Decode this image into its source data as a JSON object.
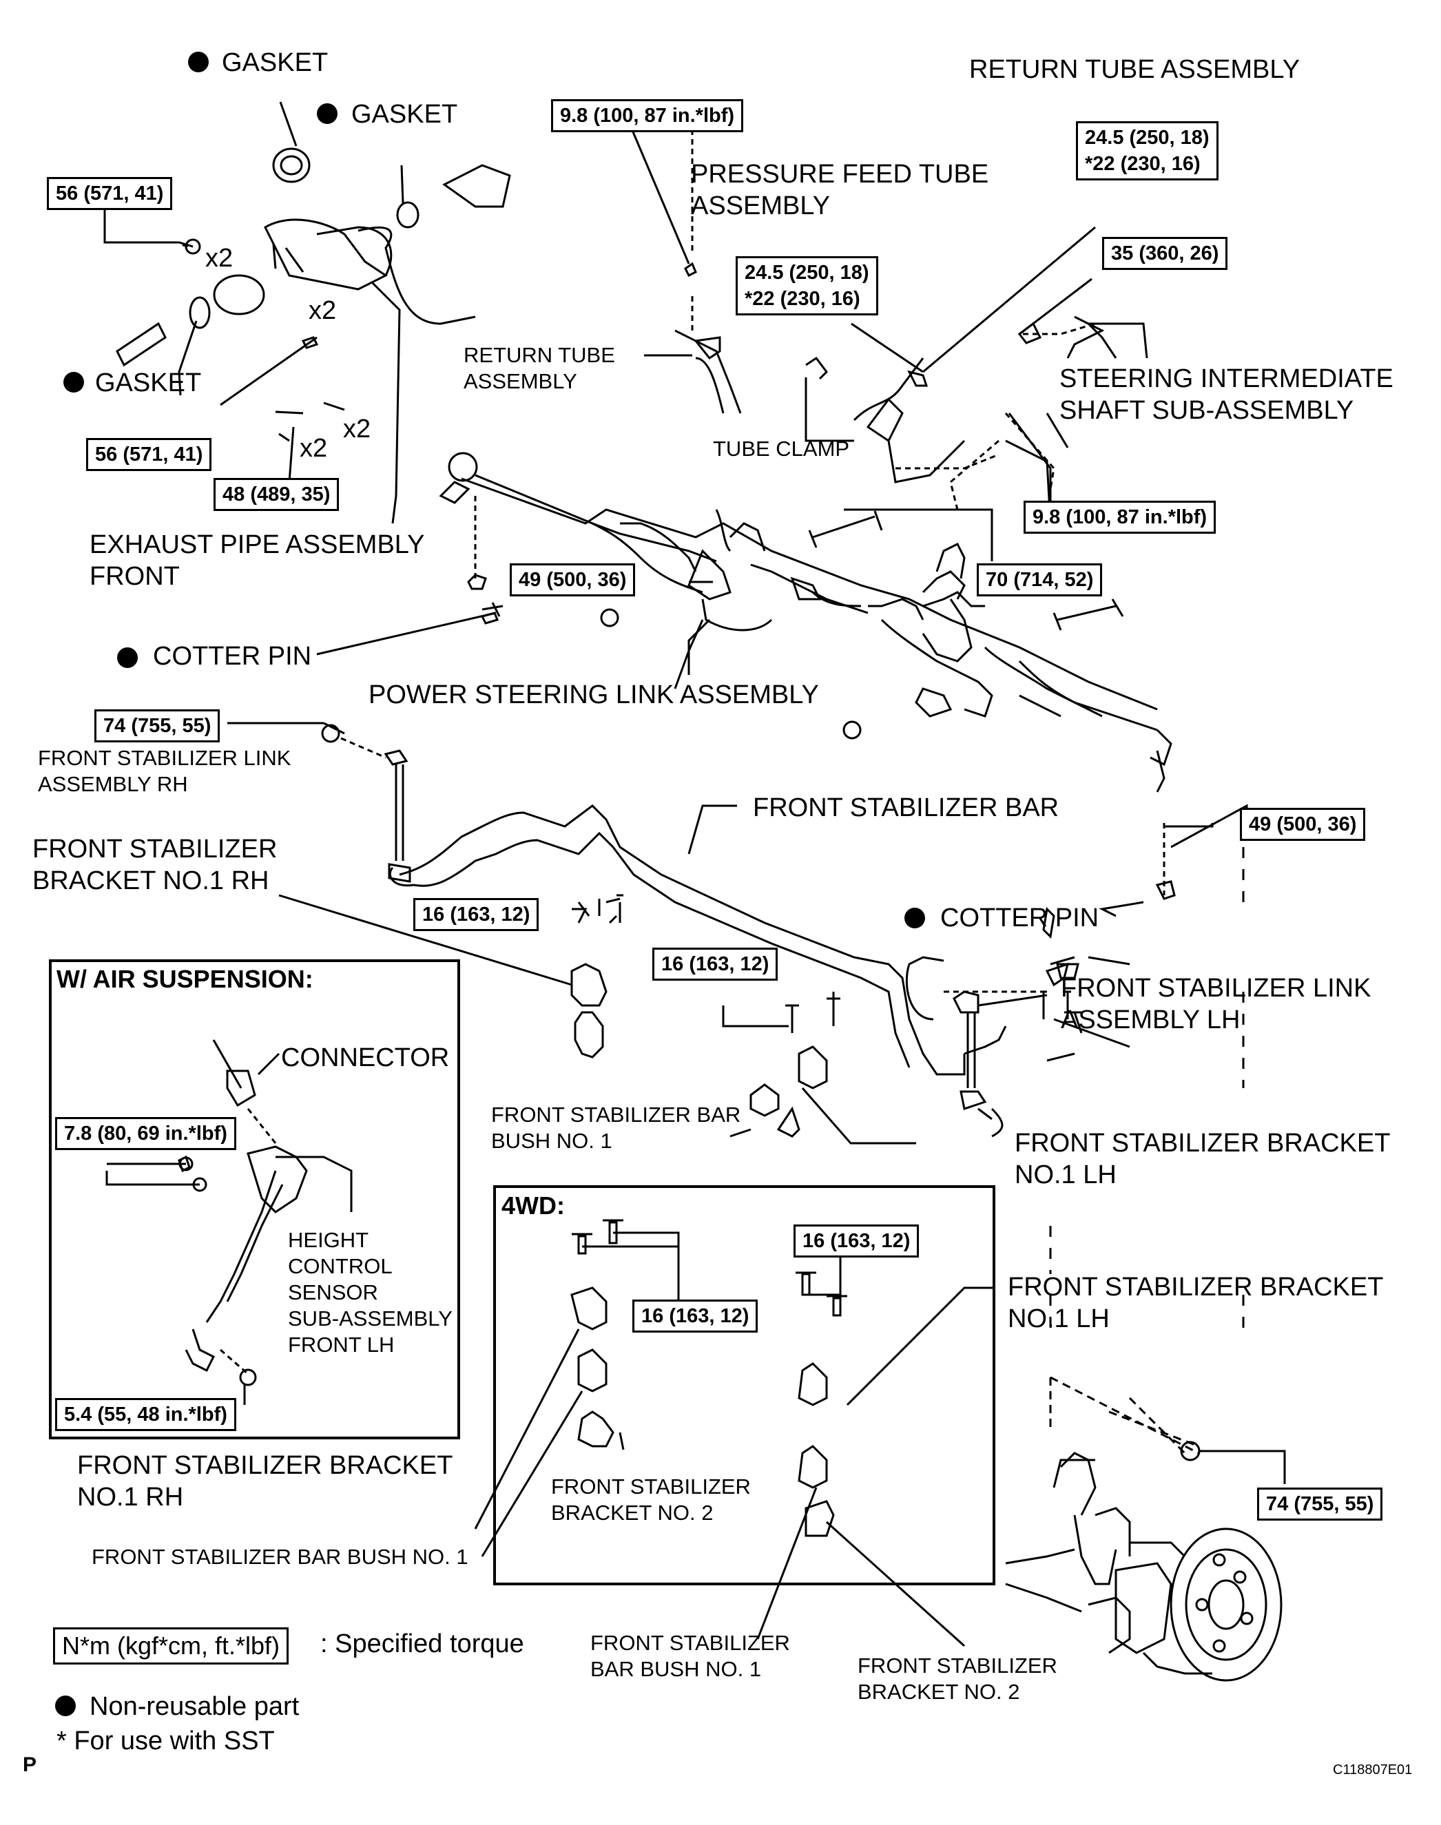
{
  "labels": {
    "gasket_1": "GASKET",
    "gasket_2": "GASKET",
    "gasket_3": "GASKET",
    "return_tube_assembly_top": "RETURN TUBE ASSEMBLY",
    "pressure_feed_tube": "PRESSURE FEED TUBE\nASSEMBLY",
    "return_tube_assembly_mid": "RETURN TUBE\nASSEMBLY",
    "tube_clamp": "TUBE CLAMP",
    "steering_intermediate_shaft": "STEERING INTERMEDIATE\nSHAFT SUB-ASSEMBLY",
    "exhaust_pipe": "EXHAUST PIPE ASSEMBLY\nFRONT",
    "cotter_pin_left": "COTTER PIN",
    "cotter_pin_right": "COTTER PIN",
    "power_steering_link": "POWER STEERING LINK ASSEMBLY",
    "front_stab_link_rh": "FRONT STABILIZER LINK\nASSEMBLY RH",
    "front_stabilizer_bar": "FRONT STABILIZER BAR",
    "front_stab_bracket_rh_top": "FRONT STABILIZER\nBRACKET NO.1 RH",
    "front_stab_link_lh": "FRONT STABILIZER LINK\nASSEMBLY LH",
    "front_stab_bar_bush_1": "FRONT STABILIZER BAR\nBUSH NO. 1",
    "front_stab_bracket_lh_1": "FRONT STABILIZER BRACKET\nNO.1 LH",
    "front_stab_bracket_lh_2": "FRONT STABILIZER BRACKET\nNO.1 LH",
    "connector": "CONNECTOR",
    "height_control_sensor": "HEIGHT\nCONTROL\nSENSOR\nSUB-ASSEMBLY\nFRONT LH",
    "front_stab_bracket_rh_bottom": "FRONT STABILIZER BRACKET\nNO.1 RH",
    "front_stab_bracket_no2_a": "FRONT STABILIZER\nBRACKET NO. 2",
    "front_stab_bar_bush_1_b": "FRONT STABILIZER BAR BUSH NO. 1",
    "front_stab_bar_bush_1_c": "FRONT STABILIZER\nBAR BUSH NO. 1",
    "front_stab_bracket_no2_b": "FRONT STABILIZER\nBRACKET NO. 2",
    "x2_a": "x2",
    "x2_b": "x2",
    "x2_c": "x2",
    "x2_d": "x2"
  },
  "boxes": {
    "air_suspension": "W/ AIR SUSPENSION:",
    "four_wd": "4WD:"
  },
  "torques": {
    "t1": "9.8 (100, 87 in.*lbf)",
    "t2": "24.5 (250, 18)\n*22 (230, 16)",
    "t3": "56 (571, 41)",
    "t4": "35 (360, 26)",
    "t5": "24.5 (250, 18)\n*22 (230, 16)",
    "t6": "56 (571, 41)",
    "t7": "48 (489, 35)",
    "t8": "9.8 (100, 87 in.*lbf)",
    "t9": "49 (500, 36)",
    "t10": "70 (714, 52)",
    "t11": "74 (755, 55)",
    "t12": "49 (500, 36)",
    "t13": "16 (163, 12)",
    "t14": "16 (163, 12)",
    "t15": "7.8 (80, 69 in.*lbf)",
    "t16": "5.4 (55, 48 in.*lbf)",
    "t17": "16 (163, 12)",
    "t18": "16 (163, 12)",
    "t19": "74 (755, 55)"
  },
  "legend": {
    "torque_unit": "N*m (kgf*cm, ft.*lbf)",
    "torque_desc": ": Specified torque",
    "non_reusable": "Non-reusable part",
    "sst": "* For use with SST"
  },
  "footer": {
    "page_letter": "P",
    "figure_code": "C118807E01"
  }
}
